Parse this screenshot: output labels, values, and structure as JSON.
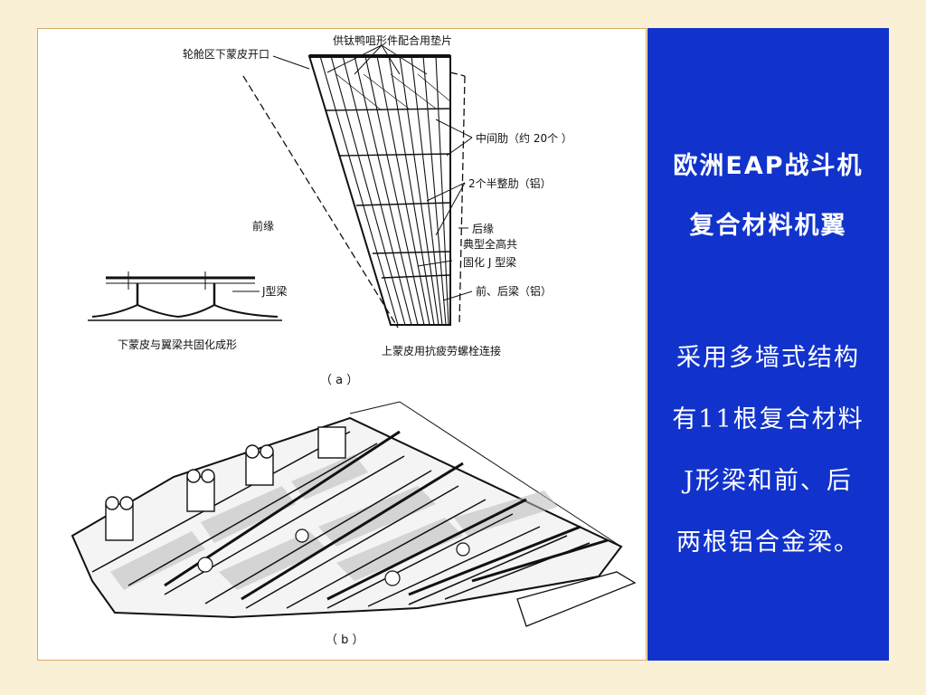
{
  "figure": {
    "diagram_a": {
      "labels": {
        "wheel_well_cutout": "轮舱区下蒙皮开口",
        "shims": "供钛鸭咀形件配合用垫片",
        "intermediate_ribs": "中间肋（约 20个 ）",
        "half_ribs": "2个半整肋（铝）",
        "leading_edge": "前缘",
        "trailing_edge": "后缘",
        "typical_cocured_line1": "典型全高共",
        "typical_cocured_line2": "固化 J 型梁",
        "front_rear_spars": "前、后梁（铝）",
        "j_beam": "J型梁",
        "lower_skin_cocured": "下蒙皮与翼梁共固化成形",
        "upper_skin_bolted": "上蒙皮用抗疲劳螺栓连接"
      },
      "caption": "（ a ）"
    },
    "diagram_b": {
      "caption": "（ b ）"
    }
  },
  "side": {
    "title_line1": "欧洲EAP战斗机",
    "title_line2": "复合材料机翼",
    "body_lines": [
      "采用多墙式结构",
      "有11根复合材料",
      "J形梁和前、后",
      "两根铝合金梁。"
    ]
  },
  "colors": {
    "background": "#faf0d6",
    "panel_border": "#d9a96a",
    "side_panel": "#1133cc",
    "side_text": "#ffffff"
  }
}
